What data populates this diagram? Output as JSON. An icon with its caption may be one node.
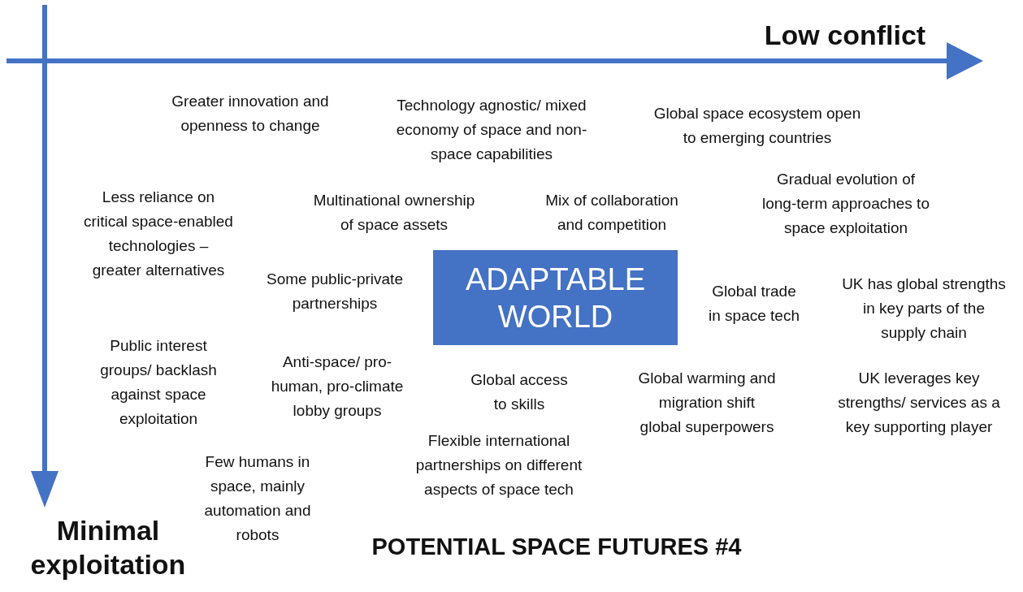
{
  "diagram": {
    "title": "POTENTIAL SPACE FUTURES #4",
    "nodes": [
      {
        "text": [
          "ADAPTABLE WORLD"
        ]
      }
    ],
    "edges": [],
    "labels": [
      "Low conflict",
      "Greater innovation and openness to change",
      "Technology agnostic/ mixed economy of space and non-space capabilities",
      "Global space ecosystem open to emerging countries",
      "Gradual evolution of long-term approaches to space exploitation",
      "Less reliance on critical space-enabled technologies – greater alternatives",
      "Multinational ownership of space assets",
      "Mix of collaboration and competition",
      "Some public-private partnerships",
      "Global trade in space tech",
      "UK has global strengths in key parts of the supply chain",
      "Public interest groups/ backlash against space exploitation",
      "Anti-space/ pro-human, pro-climate lobby groups",
      "Global access to skills",
      "Global warming and migration shift global superpowers",
      "UK leverages key strengths/ services as a key supporting player",
      "Few humans in space, mainly automation and robots",
      "Flexible international partnerships on different aspects of space tech",
      "Minimal exploitation"
    ]
  }
}
